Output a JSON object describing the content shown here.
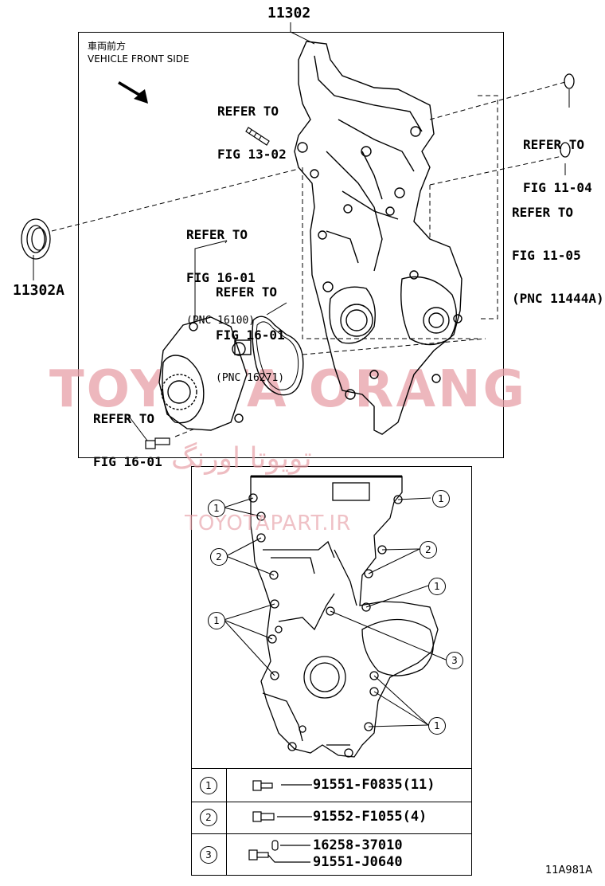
{
  "main_part": "11302",
  "seal_part": "11302A",
  "vehicle_front": {
    "jp": "車両前方",
    "en": "VEHICLE FRONT SIDE"
  },
  "refs": {
    "fig1302": {
      "line1": "REFER TO",
      "line2": "FIG 13-02"
    },
    "fig1104": {
      "line1": "REFER TO",
      "line2": "FIG 11-04"
    },
    "fig1105": {
      "line1": "REFER TO",
      "line2": "FIG 11-05",
      "line3": "(PNC 11444A)"
    },
    "fig1601a": {
      "line1": "REFER TO",
      "line2": "FIG 16-01",
      "line3": "(PNC 16100)"
    },
    "fig1601b": {
      "line1": "REFER TO",
      "line2": "FIG 16-01",
      "line3": "(PNC 16271)"
    },
    "fig1601c": {
      "line1": "REFER TO",
      "line2": "FIG 16-01"
    }
  },
  "watermarks": {
    "brand": "TOYOTA ORANG",
    "persian": "تویوتا اورنگ",
    "site": "TOYOTAPART.IR"
  },
  "callouts": {
    "c1": "1",
    "c2": "2",
    "c3": "3"
  },
  "table": [
    {
      "num": "1",
      "part": "91551-F0835(11)"
    },
    {
      "num": "2",
      "part": "91552-F1055(4)"
    },
    {
      "num": "3",
      "part": "16258-37010",
      "part2": "91551-J0640"
    }
  ],
  "figure_code": "11A981A"
}
